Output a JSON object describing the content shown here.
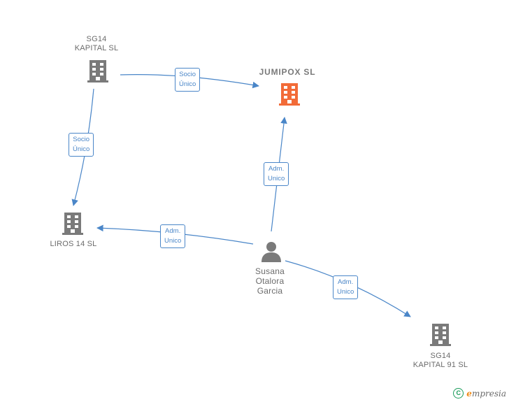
{
  "colors": {
    "edge": "#4a86c8",
    "company_icon": "#7a7a7a",
    "main_company_icon": "#f26b38",
    "person_icon": "#7a7a7a"
  },
  "nodes": [
    {
      "id": "sg14_kapital",
      "type": "company",
      "label": "SG14\nKAPITAL  SL",
      "main": false
    },
    {
      "id": "jumipox",
      "type": "company",
      "label": "JUMIPOX  SL",
      "main": true
    },
    {
      "id": "liros14",
      "type": "company",
      "label": "LIROS 14  SL",
      "main": false
    },
    {
      "id": "susana",
      "type": "person",
      "label": "Susana\nOtalora\nGarcia",
      "main": false
    },
    {
      "id": "sg14_kapital91",
      "type": "company",
      "label": "SG14\nKAPITAL 91  SL",
      "main": false
    }
  ],
  "edges": [
    {
      "id": "e1",
      "from": "sg14_kapital",
      "to": "jumipox",
      "label": "Socio\nÚnico"
    },
    {
      "id": "e2",
      "from": "sg14_kapital",
      "to": "liros14",
      "label": "Socio\nÚnico"
    },
    {
      "id": "e3",
      "from": "susana",
      "to": "jumipox",
      "label": "Adm.\nUnico"
    },
    {
      "id": "e4",
      "from": "susana",
      "to": "liros14",
      "label": "Adm.\nUnico"
    },
    {
      "id": "e5",
      "from": "susana",
      "to": "sg14_kapital91",
      "label": "Adm.\nUnico"
    }
  ],
  "footer": {
    "copyright_symbol": "C",
    "brand_initial": "e",
    "brand_rest": "mpresia"
  }
}
